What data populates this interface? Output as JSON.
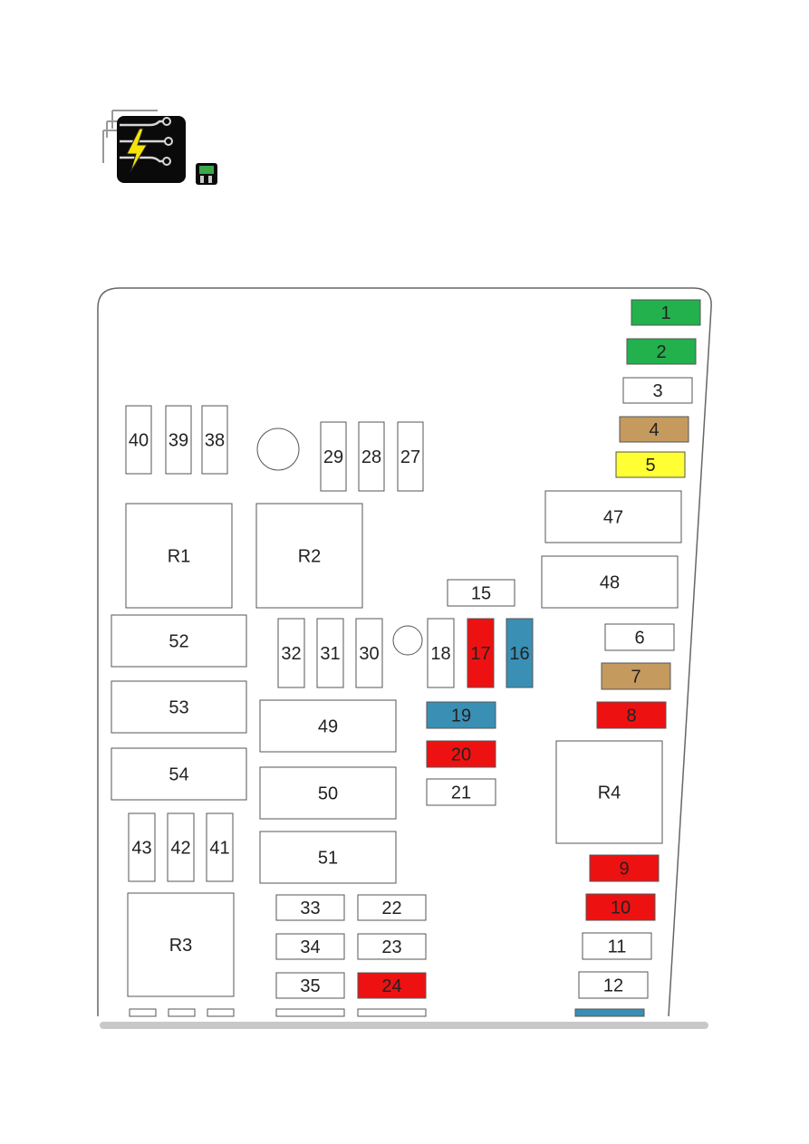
{
  "header": {
    "icon": "fuse-box-electrical-icon",
    "badge_icon": "fuse-mini-icon"
  },
  "colors": {
    "green": "#22b14c",
    "white": "#ffffff",
    "tan": "#c49a5f",
    "yellow": "#ffff33",
    "red": "#ee1111",
    "blue": "#3a8fb5",
    "outline": "#555555",
    "scrollbar": "#c8c8c8"
  },
  "fuses": [
    {
      "label": "1",
      "color": "green"
    },
    {
      "label": "2",
      "color": "green"
    },
    {
      "label": "3",
      "color": "white"
    },
    {
      "label": "4",
      "color": "tan"
    },
    {
      "label": "5",
      "color": "yellow"
    },
    {
      "label": "47",
      "color": "white"
    },
    {
      "label": "48",
      "color": "white"
    },
    {
      "label": "40",
      "color": "white"
    },
    {
      "label": "39",
      "color": "white"
    },
    {
      "label": "38",
      "color": "white"
    },
    {
      "label": "29",
      "color": "white"
    },
    {
      "label": "28",
      "color": "white"
    },
    {
      "label": "27",
      "color": "white"
    },
    {
      "label": "R1",
      "color": "white"
    },
    {
      "label": "R2",
      "color": "white"
    },
    {
      "label": "15",
      "color": "white"
    },
    {
      "label": "52",
      "color": "white"
    },
    {
      "label": "32",
      "color": "white"
    },
    {
      "label": "31",
      "color": "white"
    },
    {
      "label": "30",
      "color": "white"
    },
    {
      "label": "18",
      "color": "white"
    },
    {
      "label": "17",
      "color": "red"
    },
    {
      "label": "16",
      "color": "blue"
    },
    {
      "label": "6",
      "color": "white"
    },
    {
      "label": "7",
      "color": "tan"
    },
    {
      "label": "53",
      "color": "white"
    },
    {
      "label": "49",
      "color": "white"
    },
    {
      "label": "19",
      "color": "blue"
    },
    {
      "label": "8",
      "color": "red"
    },
    {
      "label": "20",
      "color": "red"
    },
    {
      "label": "54",
      "color": "white"
    },
    {
      "label": "50",
      "color": "white"
    },
    {
      "label": "21",
      "color": "white"
    },
    {
      "label": "R4",
      "color": "white"
    },
    {
      "label": "43",
      "color": "white"
    },
    {
      "label": "42",
      "color": "white"
    },
    {
      "label": "41",
      "color": "white"
    },
    {
      "label": "51",
      "color": "white"
    },
    {
      "label": "9",
      "color": "red"
    },
    {
      "label": "10",
      "color": "red"
    },
    {
      "label": "R3",
      "color": "white"
    },
    {
      "label": "33",
      "color": "white"
    },
    {
      "label": "22",
      "color": "white"
    },
    {
      "label": "34",
      "color": "white"
    },
    {
      "label": "23",
      "color": "white"
    },
    {
      "label": "11",
      "color": "white"
    },
    {
      "label": "35",
      "color": "white"
    },
    {
      "label": "24",
      "color": "red"
    },
    {
      "label": "12",
      "color": "white"
    }
  ],
  "partial_fuses": [
    {
      "color": "white"
    },
    {
      "color": "white"
    },
    {
      "color": "white"
    },
    {
      "color": "white"
    },
    {
      "color": "white"
    },
    {
      "color": "blue"
    }
  ]
}
